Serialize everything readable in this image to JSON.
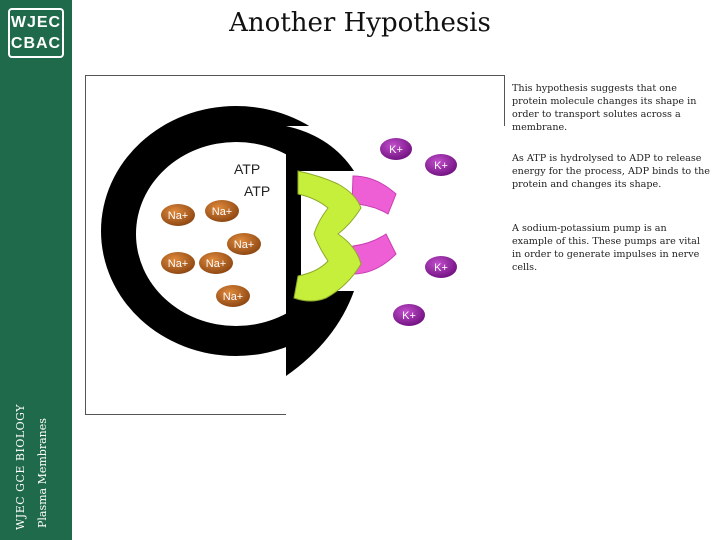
{
  "logo": {
    "line1": "WJEC",
    "line2": "CBAC"
  },
  "sidebar": {
    "course": "WJEC GCE BIOLOGY",
    "topic": "Plasma Membranes"
  },
  "title": "Another Hypothesis",
  "diagram": {
    "atp_labels": [
      "ATP",
      "ATP"
    ],
    "sodium_ions": [
      "Na+",
      "Na+",
      "Na+",
      "Na+",
      "Na+",
      "Na+"
    ],
    "potassium_ions": [
      "K+",
      "K+",
      "K+",
      "K+"
    ]
  },
  "description": {
    "paragraph1": "This hypothesis suggests that one protein molecule changes its shape in order to transport solutes across a membrane.",
    "paragraph2": "As ATP is hydrolysed to ADP to release energy for the process, ADP binds to the protein and changes its shape.",
    "paragraph3": "A sodium-potassium pump is an example of this.  These pumps are vital in order to generate impulses in nerve cells."
  },
  "colors": {
    "sidebar": "#1f6a4a",
    "membrane": "#000000",
    "protein": "#c6ef3c",
    "carrier_site": "#ee5fd6",
    "sodium": "#b25e1c",
    "potassium": "#9a1ca6"
  }
}
